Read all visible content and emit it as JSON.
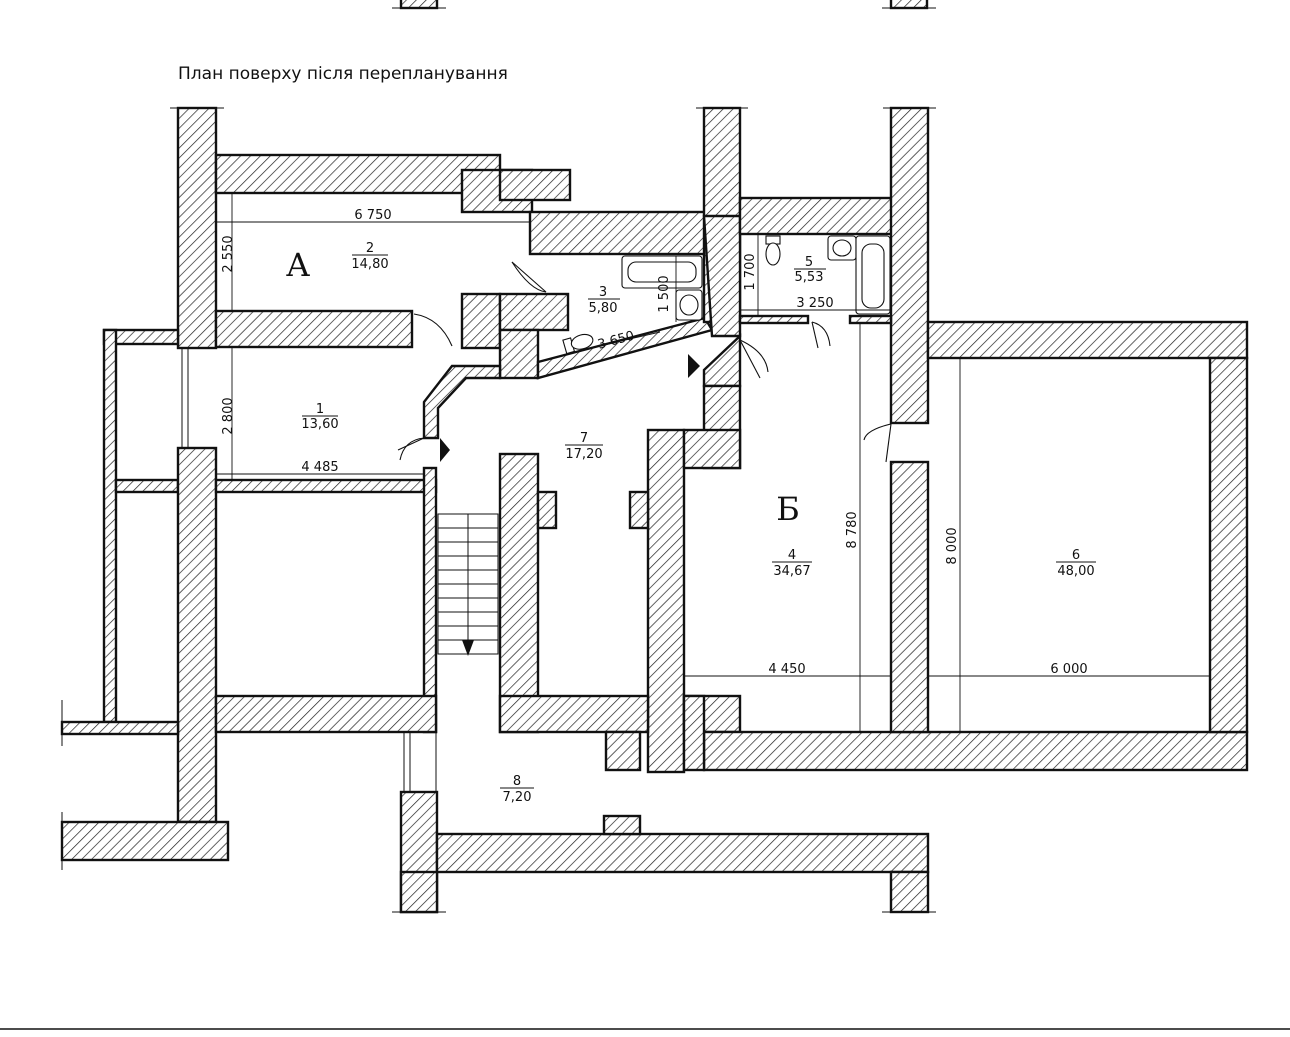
{
  "title": "План поверху після перепланування",
  "zones": {
    "a": "А",
    "b": "Б"
  },
  "rooms": [
    {
      "num": "1",
      "area": "13,60"
    },
    {
      "num": "2",
      "area": "14,80"
    },
    {
      "num": "3",
      "area": "5,80"
    },
    {
      "num": "4",
      "area": "34,67"
    },
    {
      "num": "5",
      "area": "5,53"
    },
    {
      "num": "6",
      "area": "48,00"
    },
    {
      "num": "7",
      "area": "17,20"
    },
    {
      "num": "8",
      "area": "7,20"
    }
  ],
  "dimensions": {
    "d6750": "6 750",
    "d2550": "2 550",
    "d2800": "2 800",
    "d4485": "4 485",
    "d1500": "1 500",
    "d3650": "3 650",
    "d1700": "1 700",
    "d3250": "3 250",
    "d8780": "8 780",
    "d8000": "8 000",
    "d4450": "4 450",
    "d6000": "6 000"
  }
}
